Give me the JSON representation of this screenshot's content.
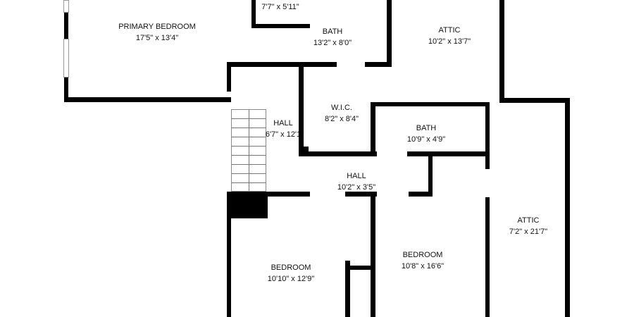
{
  "rooms": [
    {
      "name": "PRIMARY BEDROOM",
      "size": "17'5\" x 13'4\""
    },
    {
      "name": "",
      "size": "7'7\" x 5'11\""
    },
    {
      "name": "BATH",
      "size": "13'2\" x 8'0\""
    },
    {
      "name": "ATTIC",
      "size": "10'2\" x 13'7\""
    },
    {
      "name": "HALL",
      "size": "6'7\" x 12'1"
    },
    {
      "name": "W.I.C.",
      "size": "8'2\" x 8'4\""
    },
    {
      "name": "BATH",
      "size": "10'9\" x 4'9\""
    },
    {
      "name": "HALL",
      "size": "10'2\" x 3'5\""
    },
    {
      "name": "ATTIC",
      "size": "7'2\" x 21'7\""
    },
    {
      "name": "BEDROOM",
      "size": "10'8\" x 16'6\""
    },
    {
      "name": "BEDROOM",
      "size": "10'10\" x 12'9\""
    }
  ]
}
